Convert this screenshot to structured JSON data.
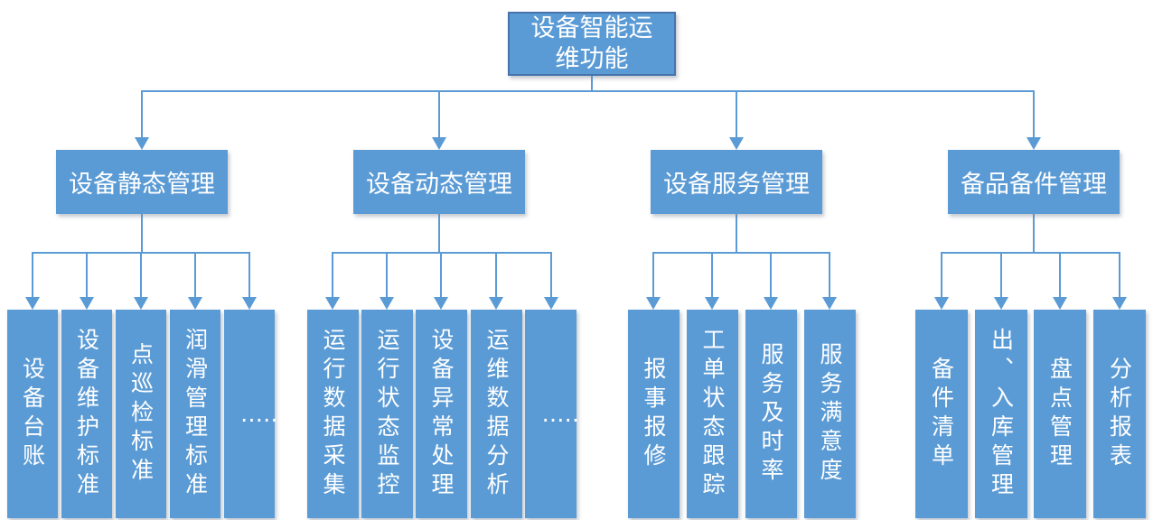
{
  "colors": {
    "node_fill": "#5B9BD5",
    "root_border": "#4673AB",
    "connector": "#5B9BD5",
    "text": "#FFFFFF"
  },
  "root": {
    "label": "设备智能运维功能"
  },
  "branches": [
    {
      "label": "设备静态管理",
      "children": [
        {
          "label": "设备台账"
        },
        {
          "label": "设备维护标准"
        },
        {
          "label": "点巡检标准"
        },
        {
          "label": "润滑管理标准"
        },
        {
          "label": "……",
          "ellipsis": true
        }
      ]
    },
    {
      "label": "设备动态管理",
      "children": [
        {
          "label": "运行数据采集"
        },
        {
          "label": "运行状态监控"
        },
        {
          "label": "设备异常处理"
        },
        {
          "label": "运维数据分析"
        },
        {
          "label": "……",
          "ellipsis": true
        }
      ]
    },
    {
      "label": "设备服务管理",
      "children": [
        {
          "label": "报事报修"
        },
        {
          "label": "工单状态跟踪"
        },
        {
          "label": "服务及时率"
        },
        {
          "label": "服务满意度"
        }
      ]
    },
    {
      "label": "备品备件管理",
      "children": [
        {
          "label": "备件清单"
        },
        {
          "label": "出、入库管理"
        },
        {
          "label": "盘点管理"
        },
        {
          "label": "分析报表"
        }
      ]
    }
  ]
}
